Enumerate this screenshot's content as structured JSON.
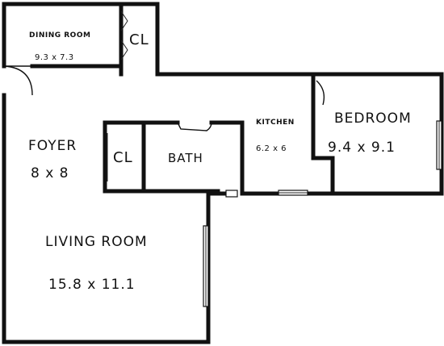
{
  "rooms": {
    "dining": {
      "name": "DINING ROOM",
      "size": "9.3 x 7.3"
    },
    "closet_top": {
      "name": "CL"
    },
    "foyer": {
      "name": "FOYER",
      "size": "8 x 8"
    },
    "closet_mid": {
      "name": "CL"
    },
    "bath": {
      "name": "BATH"
    },
    "kitchen": {
      "name": "KITCHEN",
      "size": "6.2 x 6"
    },
    "bedroom": {
      "name": "BEDROOM",
      "size": "9.4 x 9.1"
    },
    "living": {
      "name": "LIVING ROOM",
      "size": "15.8 x 11.1"
    }
  }
}
